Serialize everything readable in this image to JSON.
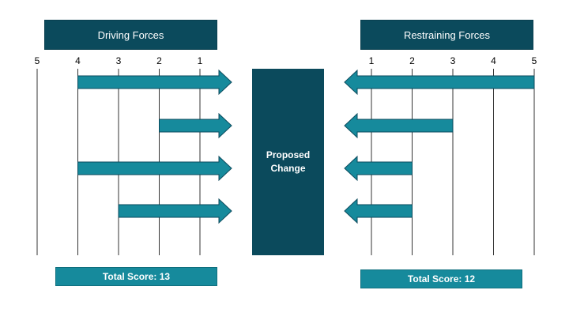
{
  "colors": {
    "dark": "#0b4a5c",
    "accent": "#168a9c",
    "line": "#333333"
  },
  "driving": {
    "header": "Driving Forces",
    "ticks": [
      "5",
      "4",
      "3",
      "2",
      "1"
    ],
    "scores": [
      4,
      2,
      4,
      3
    ],
    "total": "Total Score: 13"
  },
  "restraining": {
    "header": "Restraining Forces",
    "ticks": [
      "1",
      "2",
      "3",
      "4",
      "5"
    ],
    "scores": [
      5,
      3,
      2,
      2
    ],
    "total": "Total Score: 12"
  },
  "center_label": "Proposed\nChange"
}
